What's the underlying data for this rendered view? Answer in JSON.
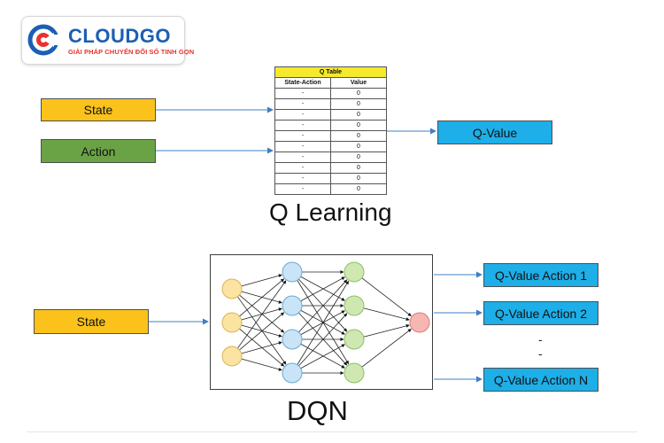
{
  "logo": {
    "name": "CLOUDGO",
    "tagline": "GIẢI PHÁP CHUYỂN ĐỔI SỐ TINH GỌN",
    "colors": {
      "blue": "#1b5fb4",
      "red": "#e8332d"
    }
  },
  "q_learning": {
    "inputs": {
      "state": "State",
      "action": "Action"
    },
    "table": {
      "title": "Q Table",
      "headers": [
        "State-Action",
        "Value"
      ],
      "rows": [
        [
          "-",
          "0"
        ],
        [
          "-",
          "0"
        ],
        [
          "-",
          "0"
        ],
        [
          "-",
          "0"
        ],
        [
          "-",
          "0"
        ],
        [
          "-",
          "0"
        ],
        [
          "-",
          "0"
        ],
        [
          "-",
          "0"
        ],
        [
          "-",
          "0"
        ],
        [
          "-",
          "0"
        ]
      ]
    },
    "output": "Q-Value",
    "caption": "Q Learning"
  },
  "dqn": {
    "input": "State",
    "outputs": [
      "Q-Value Action 1",
      "Q-Value Action 2",
      "Q-Value Action N"
    ],
    "ellipsis": [
      "-",
      "-"
    ],
    "caption": "DQN",
    "layers": [
      {
        "nodes": 3,
        "fill": "#fbe3a1",
        "stroke": "#d9b45a"
      },
      {
        "nodes": 4,
        "fill": "#c9e4f6",
        "stroke": "#6aa8d2"
      },
      {
        "nodes": 4,
        "fill": "#cfe8b2",
        "stroke": "#8cbf63"
      },
      {
        "nodes": 1,
        "fill": "#f6b7b3",
        "stroke": "#d87c75"
      }
    ]
  },
  "colors": {
    "state": "#fbc21b",
    "action": "#6aa346",
    "q_value": "#1eaee8",
    "arrow": "#3f7fc4",
    "table_title": "#f5e92d"
  }
}
